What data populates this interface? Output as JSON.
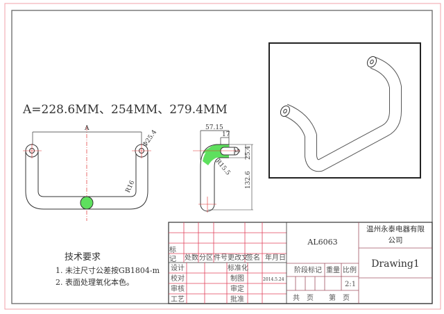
{
  "dimension_title": "A=228.6MM、254MM、279.4MM",
  "front_view": {
    "dim_a": "A",
    "dim_hole": "Φ25.4",
    "dim_radius": "R16"
  },
  "side_view": {
    "dim_width": "57.15",
    "dim_17": "17",
    "dim_5": "5",
    "dim_254": "25.4",
    "dim_height": "132.6",
    "dim_radius": "R15.5"
  },
  "tech_requirements": {
    "title": "技术要求",
    "items": [
      "1. 未注尺寸公差按GB1804-m",
      "2. 表面处理氧化本色。"
    ]
  },
  "title_block": {
    "header": [
      "标记",
      "处数",
      "分区",
      "件号更改文",
      "签名",
      "年月日"
    ],
    "rows": [
      {
        "label": "设计",
        "mid": "标准化",
        "date": ""
      },
      {
        "label": "校对",
        "mid": "制图",
        "date": "2014.5.24"
      },
      {
        "label": "审核",
        "mid": "审定",
        "date": ""
      },
      {
        "label": "工艺",
        "mid": "批准",
        "date": ""
      }
    ],
    "material": "AL6063",
    "stage_label": "阶段标记",
    "weight_label": "重量",
    "scale_label": "比例",
    "scale": "2:1",
    "total_pages": "共　页",
    "page_no": "第　页",
    "company": [
      "温州永泰电器有限",
      "公司"
    ],
    "drawing_name": "Drawing1"
  },
  "colors": {
    "frame": "#f0a0a8",
    "grid": "#e0405a",
    "highlight": "#5ee05e",
    "center_line": "#e03030",
    "drawing_name": "#c0303a"
  }
}
